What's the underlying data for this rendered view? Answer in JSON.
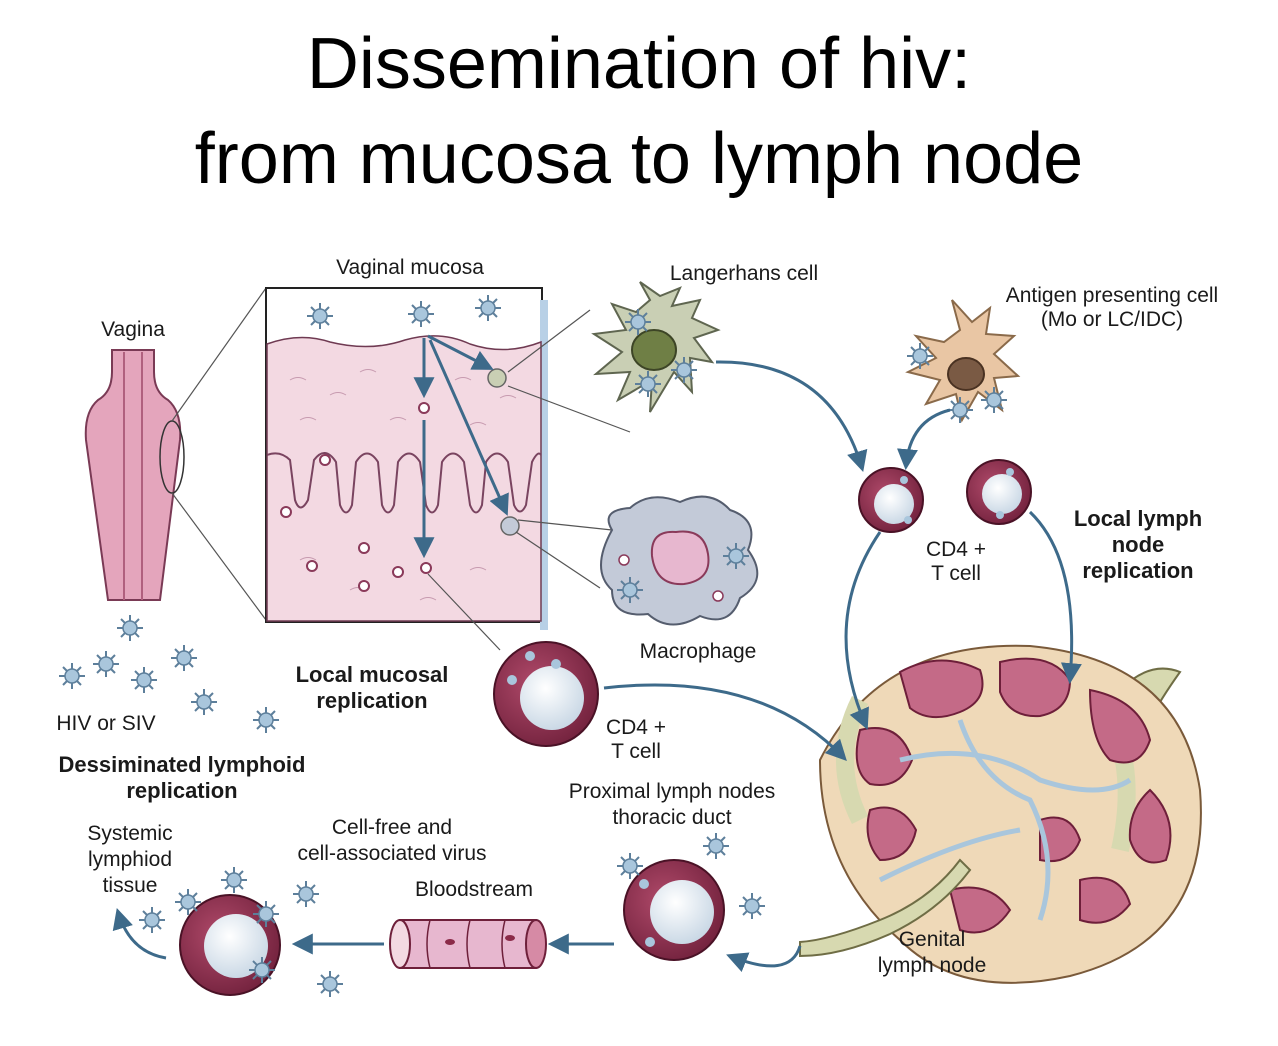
{
  "title": {
    "line1": "Dissemination of hiv:",
    "line2": "from mucosa to lymph node"
  },
  "labels": {
    "vagina": "Vagina",
    "vaginal_mucosa": "Vaginal mucosa",
    "langerhans_cell": "Langerhans cell",
    "apc_line1": "Antigen presenting cell",
    "apc_line2": "(Mo or LC/IDC)",
    "cd4_line1": "CD4 +",
    "cd4_line2": "T cell",
    "macrophage": "Macrophage",
    "local_lymph_line1": "Local lymph",
    "local_lymph_line2": "node",
    "local_lymph_line3": "replication",
    "local_mucosal_line1": "Local mucosal",
    "local_mucosal_line2": "replication",
    "hiv_siv": "HIV or SIV",
    "dessiminated_line1": "Dessiminated lymphoid",
    "dessiminated_line2": "replication",
    "proximal_line1": "Proximal lymph nodes",
    "proximal_line2": "thoracic duct",
    "systemic_line1": "Systemic",
    "systemic_line2": "lymphiod",
    "systemic_line3": "tissue",
    "cellfree_line1": "Cell-free and",
    "cellfree_line2": "cell-associated virus",
    "bloodstream": "Bloodstream",
    "genital_line1": "Genital",
    "genital_line2": "lymph node"
  },
  "colors": {
    "arrow": "#3d6a8a",
    "tissue_pink": "#f3d9e2",
    "vessel_pink": "#d68aa5",
    "cell_maroon": "#8a2a48",
    "virus_blue": "#a9c6dc",
    "langerhans_green": "#c9cfb4",
    "macrophage_gray": "#c3cad8",
    "apc_tan": "#e9c6a4",
    "lymph_node_tan": "#efd9b8"
  }
}
